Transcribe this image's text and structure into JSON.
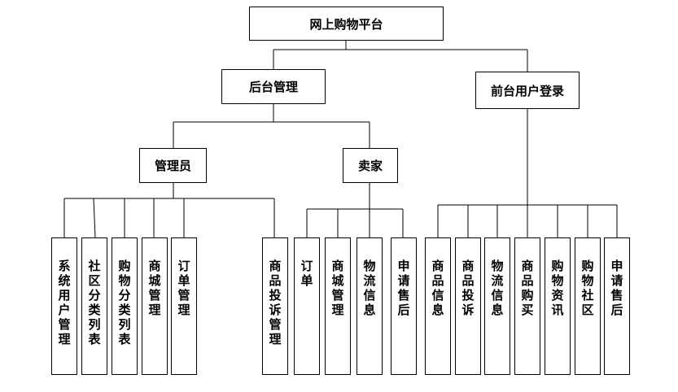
{
  "root": {
    "label": "网上购物平台"
  },
  "backend": {
    "label": "后台管理"
  },
  "frontend": {
    "label": "前台用户登录"
  },
  "admin": {
    "label": "管理员"
  },
  "seller": {
    "label": "卖家"
  },
  "admin_children": [
    "系统用户管理",
    "社区分类列表",
    "购物分类列表",
    "商城管理",
    "订单管理",
    "商品投诉管理"
  ],
  "seller_children": [
    "订单",
    "商城管理",
    "物流信息",
    "申请售后"
  ],
  "frontend_children": [
    "商品信息",
    "商品投诉",
    "物流信息",
    "商品购买",
    "购物资讯",
    "购物社区",
    "申请售后"
  ]
}
